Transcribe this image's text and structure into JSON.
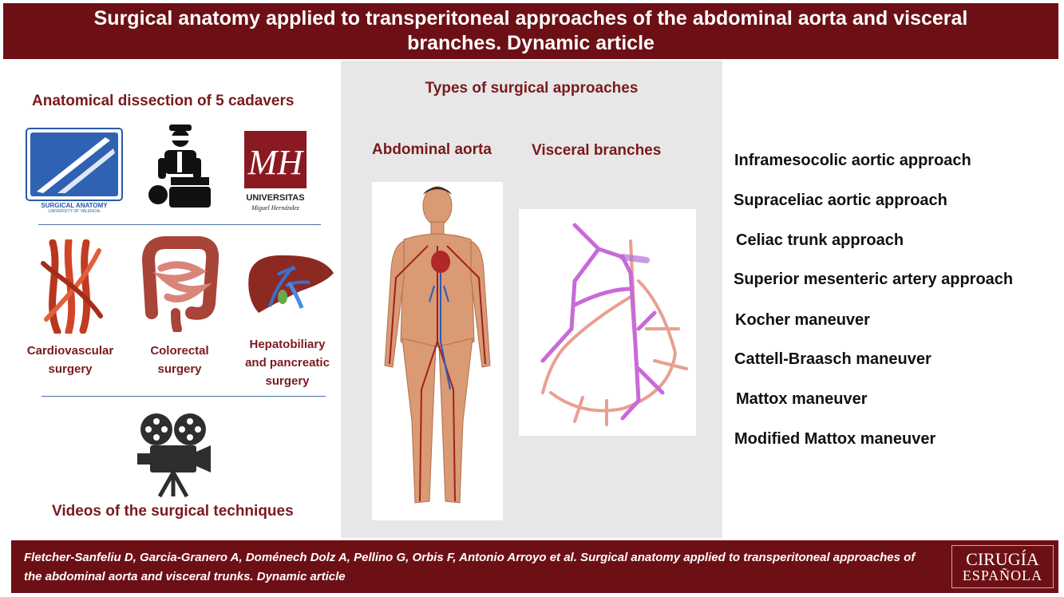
{
  "header": {
    "title": "Surgical anatomy applied to transperitoneal approaches of the abdominal aorta and visceral branches. Dynamic article"
  },
  "left": {
    "title": "Anatomical dissection of 5 cadavers",
    "surgical_anatomy_logo": {
      "line1": "SURGICAL ANATOMY",
      "line2": "-UNIVERSITY OF VALENCIA-"
    },
    "umh_logo": {
      "mark": "MH",
      "line1": "UNIVERSITAS",
      "line2": "Miguel Hernández"
    },
    "specialties": [
      {
        "line1": "Cardiovascular",
        "line2": "surgery"
      },
      {
        "line1": "Colorectal",
        "line2": "surgery"
      },
      {
        "line1": "Hepatobiliary",
        "line2": "and pancreatic",
        "line3": "surgery"
      }
    ],
    "videos_label": "Videos of the surgical techniques"
  },
  "center": {
    "title": "Types of surgical approaches",
    "col1_label": "Abdominal aorta",
    "col2_label": "Visceral branches"
  },
  "approaches": [
    "Inframesocolic aortic approach",
    "Supraceliac aortic approach",
    "Celiac trunk approach",
    "Superior mesenteric artery approach",
    "Kocher maneuver",
    "Cattell-Braasch maneuver",
    "Mattox maneuver",
    "Modified Mattox maneuver"
  ],
  "footer": {
    "citation": "Fletcher-Sanfeliu D, Garcia-Granero A, Doménech Dolz A, Pellino G, Orbis F, Antonio Arroyo et al. Surgical anatomy applied to transperitoneal approaches of the abdominal aorta and visceral trunks. Dynamic article",
    "logo_line1": "CIRUGÍA",
    "logo_line2": "ESPAÑOLA"
  },
  "colors": {
    "brand_maroon": "#6d1016",
    "heading_maroon": "#7a1a1e",
    "divider_blue": "#4a6fa5"
  }
}
